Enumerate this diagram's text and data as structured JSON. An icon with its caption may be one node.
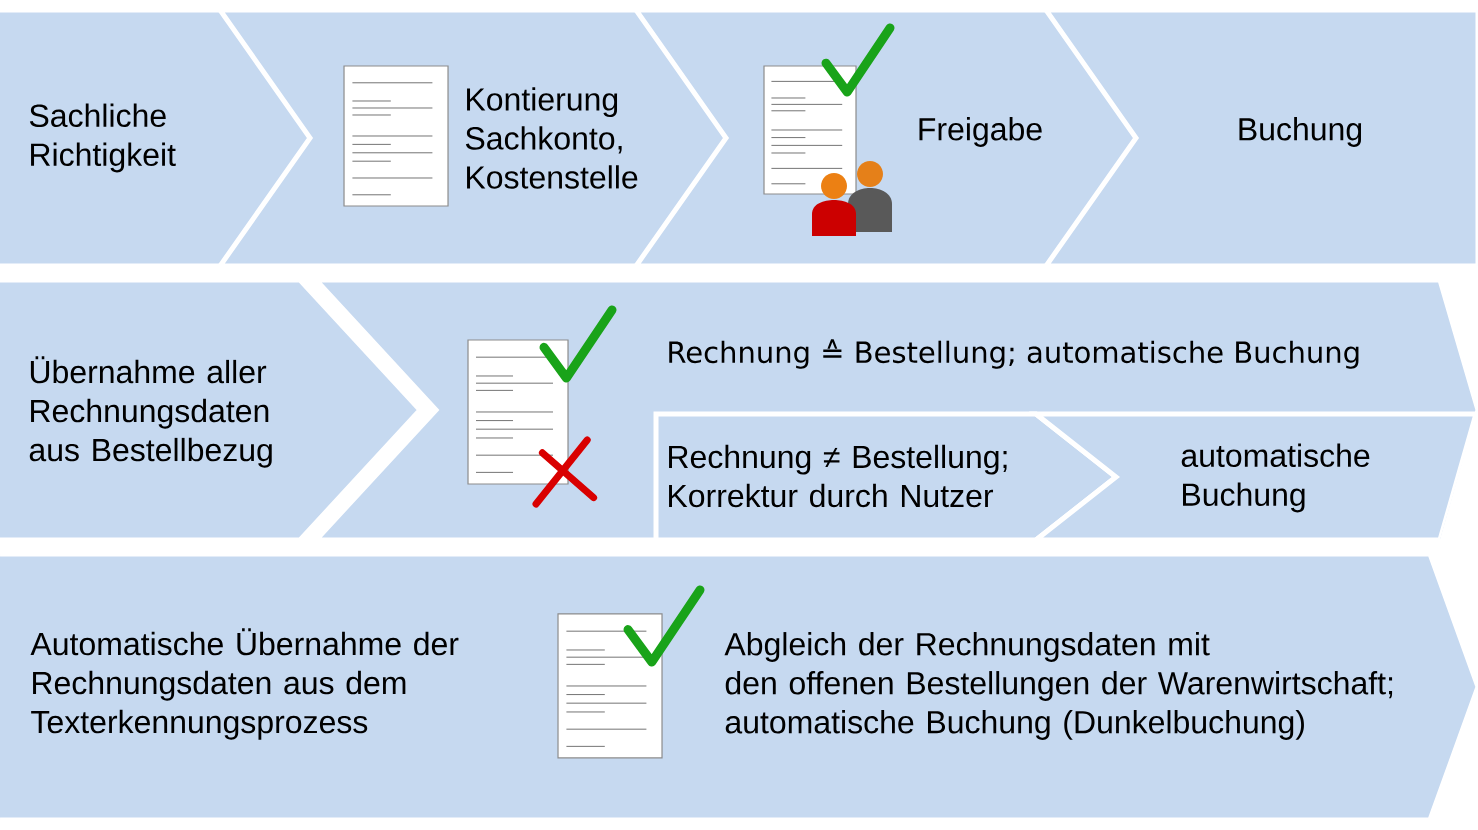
{
  "diagram": {
    "nodes": [
      {
        "text": [
          "Sachliche Richtigkeit"
        ]
      },
      {
        "text": [
          "Kontierung Sachkonto, Kostenstelle"
        ]
      },
      {
        "text": [
          "Freigabe"
        ]
      },
      {
        "text": [
          "Buchung"
        ]
      },
      {
        "text": [
          "Übernahme aller Rechnungsdaten aus Bestellbezug"
        ]
      },
      {
        "text": [
          "Rechnung ≙ Bestellung; automatische Buchung"
        ]
      },
      {
        "text": [
          "Rechnung ≠ Bestellung; Korrektur durch Nutzer"
        ],
        "in": 5
      },
      {
        "text": [
          "automatische Buchung"
        ],
        "in": 5
      },
      {
        "text": [
          "Automatische Übernahme der Rechnungsdaten aus dem Texterkennungsprozess",
          "Abgleich der Rechnungsdaten mit den offenen Bestellungen der Warenwirtschaft; automatische Buchung (Dunkelbuchung)"
        ]
      }
    ]
  }
}
